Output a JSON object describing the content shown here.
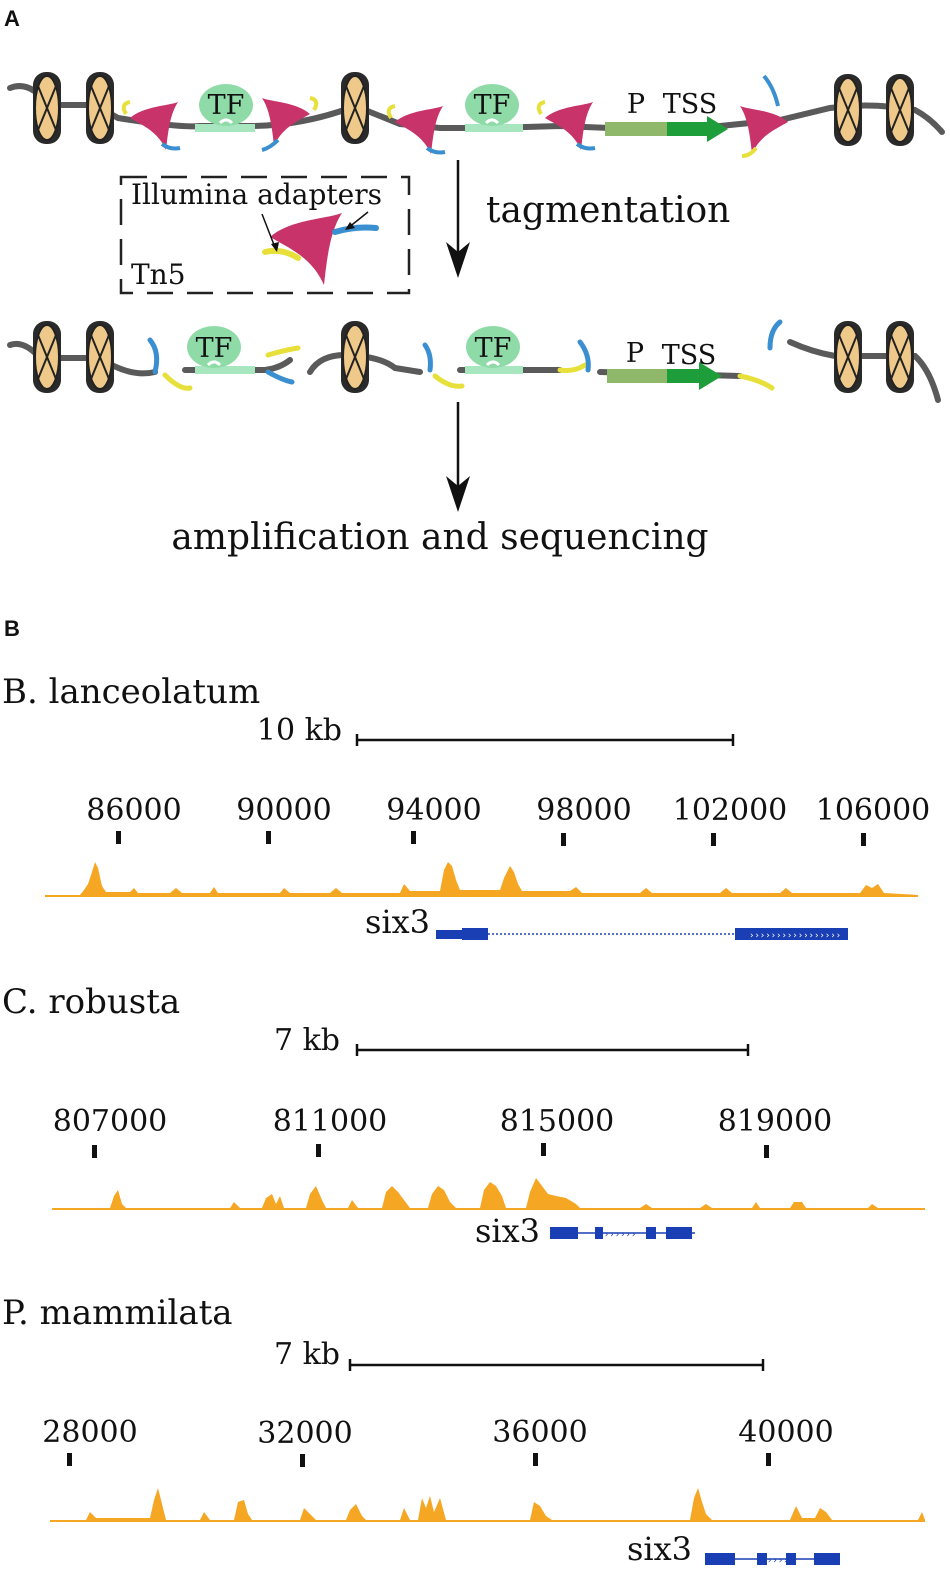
{
  "panel_a": {
    "label": "A",
    "tf_label": "TF",
    "promoter_label": "P",
    "tss_label": "TSS",
    "inset_title": "Illumina adapters",
    "inset_enzyme": "Tn5",
    "step1": "tagmentation",
    "step2": "amplification and sequencing"
  },
  "panel_b": {
    "label": "B",
    "gene": "six3",
    "tracks": [
      {
        "species": "B. lanceolatum",
        "scale_label": "10 kb",
        "ticks": [
          "86000",
          "90000",
          "94000",
          "98000",
          "102000",
          "106000"
        ]
      },
      {
        "species": "C. robusta",
        "scale_label": "7 kb",
        "ticks": [
          "807000",
          "811000",
          "815000",
          "819000"
        ]
      },
      {
        "species": "P. mammilata",
        "scale_label": "7 kb",
        "ticks": [
          "28000",
          "32000",
          "36000",
          "40000"
        ]
      }
    ]
  },
  "colors": {
    "signal": "#F5A623",
    "gene": "#1A3FB4",
    "tf": "#8EDBA8",
    "tn5": "#C8336A",
    "adapter_yellow": "#E8E03A",
    "adapter_blue": "#3A8FD0",
    "promoter": "#8FB86A",
    "tss": "#1E9E3A",
    "nucleosome": "#EFC98A",
    "dna": "#5A5A5A"
  }
}
